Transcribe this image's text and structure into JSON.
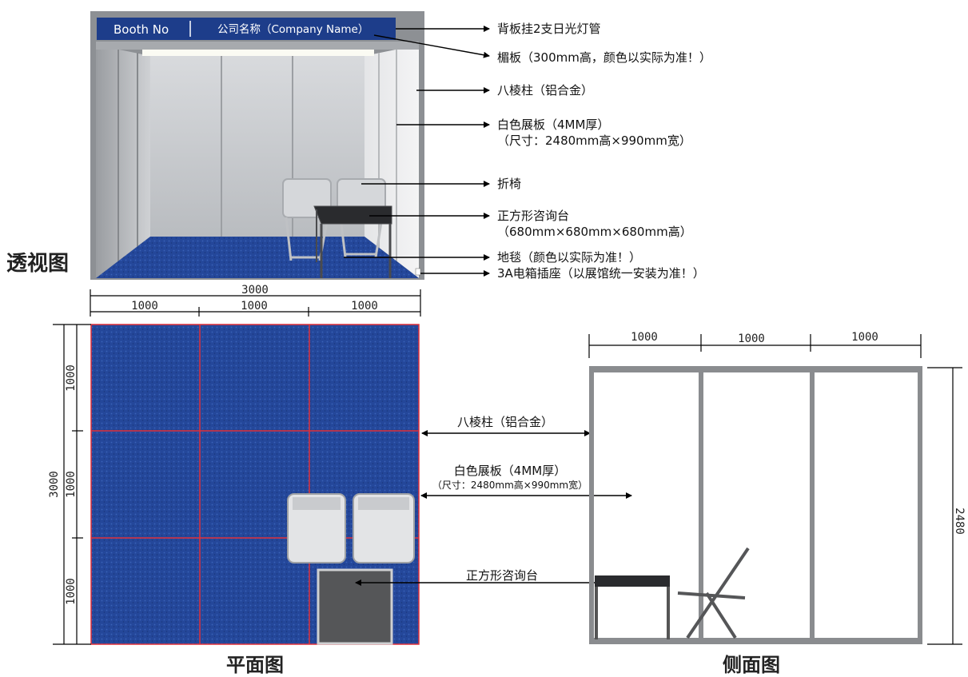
{
  "perspective": {
    "title": "透视图",
    "fascia": {
      "booth_no": "Booth No",
      "company": "公司名称（Company Name）"
    },
    "callouts": [
      "背板挂2支日光灯管",
      "楣板（300mm高，颜色以实际为准！）",
      "八棱柱（铝合金）",
      "白色展板（4MM厚）",
      "（尺寸：2480mm高×990mm宽）",
      "折椅",
      "正方形咨询台",
      "（680mm×680mm×680mm高）",
      "地毯（颜色以实际为准！）",
      "3A电箱插座（以展馆统一安装为准！）"
    ],
    "dim_total": "3000",
    "dim_segments": [
      "1000",
      "1000",
      "1000"
    ]
  },
  "plan": {
    "title": "平面图",
    "dim_total": "3000",
    "dim_segments": [
      "1000",
      "1000",
      "1000"
    ],
    "callouts": {
      "pillar": "八棱柱（铝合金）",
      "panel": "白色展板（4MM厚）",
      "panel_size": "（尺寸：2480mm高×990mm宽）",
      "desk": "正方形咨询台"
    }
  },
  "side": {
    "title": "侧面图",
    "dim_segments": [
      "1000",
      "1000",
      "1000"
    ],
    "height": "2480"
  },
  "colors": {
    "carpet": "#23468f",
    "fascia": "#1d3d8a",
    "grid_line": "#e0303a"
  }
}
